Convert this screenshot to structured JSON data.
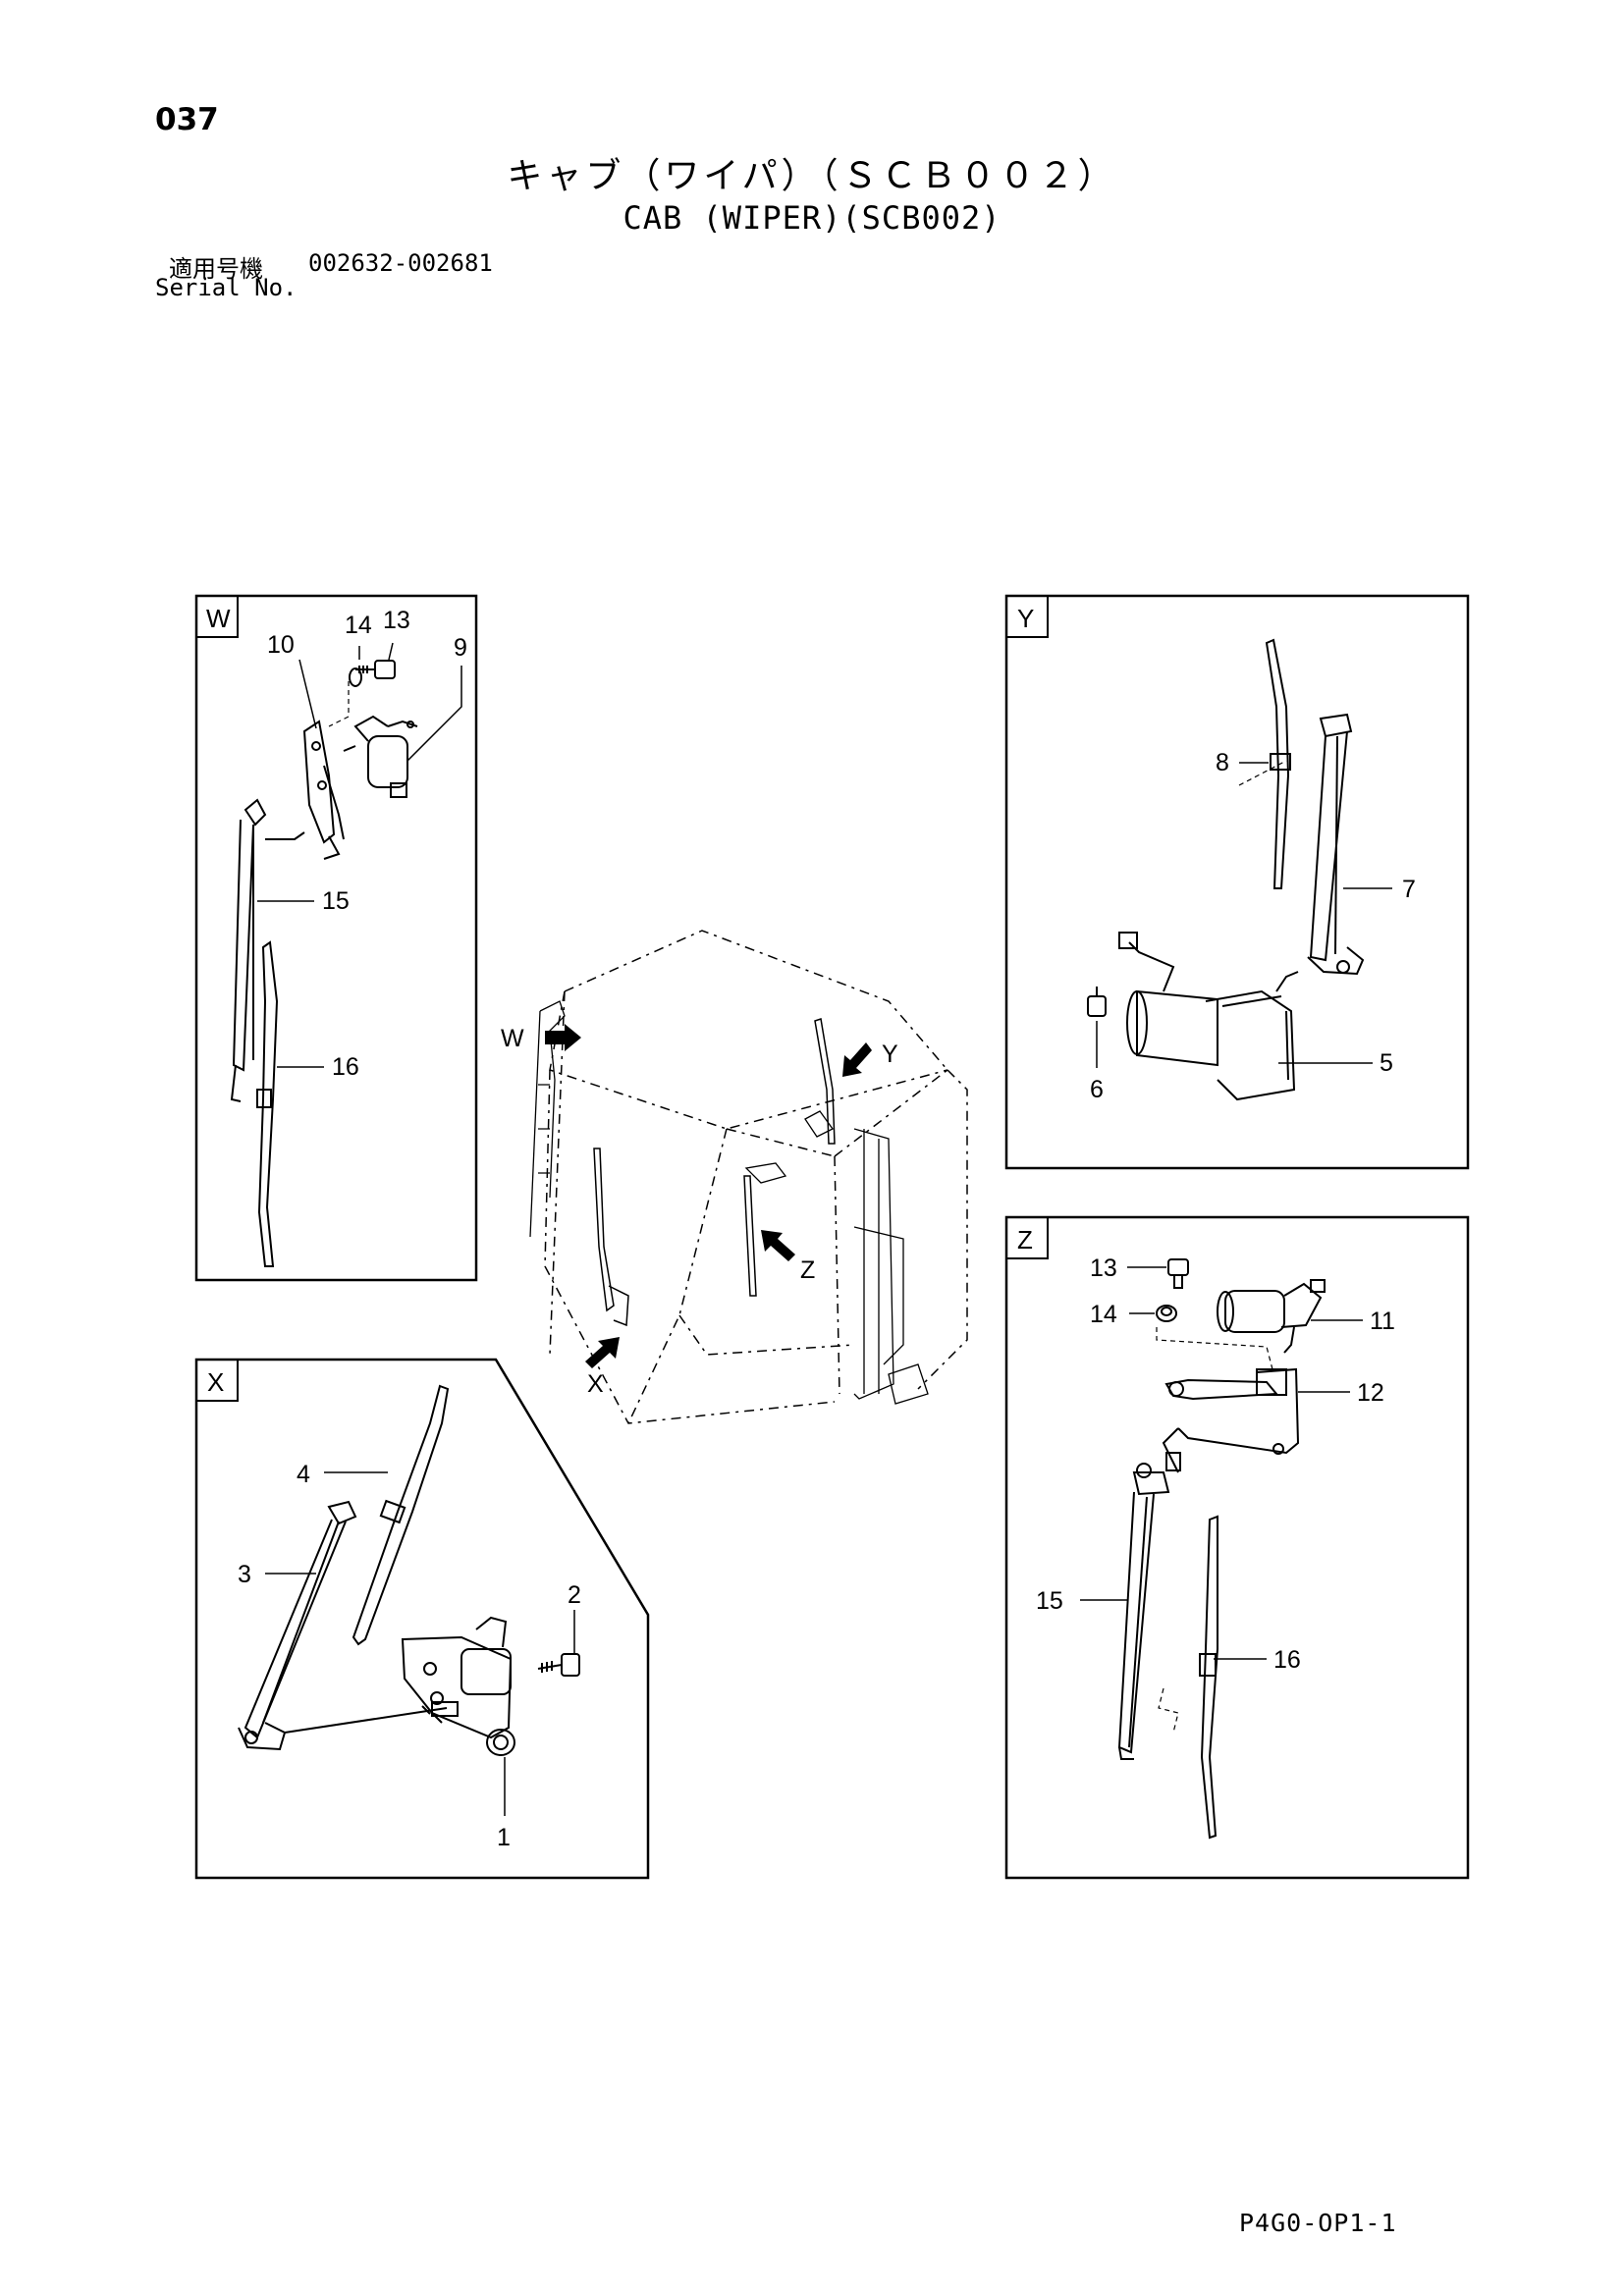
{
  "page_number": "037",
  "title_jp": "キャブ（ワイパ）（ＳＣＢ００２）",
  "title_en": "CAB (WIPER)(SCB002)",
  "serial": {
    "label_jp": "適用号機",
    "range": "002632-002681",
    "label_en": "Serial No."
  },
  "footer_code": "P4G0-OP1-1",
  "views": {
    "W": {
      "tag": "W",
      "callouts": [
        "14",
        "13",
        "10",
        "9",
        "15",
        "16"
      ]
    },
    "Y": {
      "tag": "Y",
      "callouts": [
        "8",
        "7",
        "6",
        "5"
      ]
    },
    "X": {
      "tag": "X",
      "callouts": [
        "4",
        "3",
        "2",
        "1"
      ]
    },
    "Z": {
      "tag": "Z",
      "callouts": [
        "13",
        "14",
        "11",
        "12",
        "15",
        "16"
      ]
    }
  },
  "center_arrows": [
    "W",
    "Y",
    "Z",
    "X"
  ]
}
